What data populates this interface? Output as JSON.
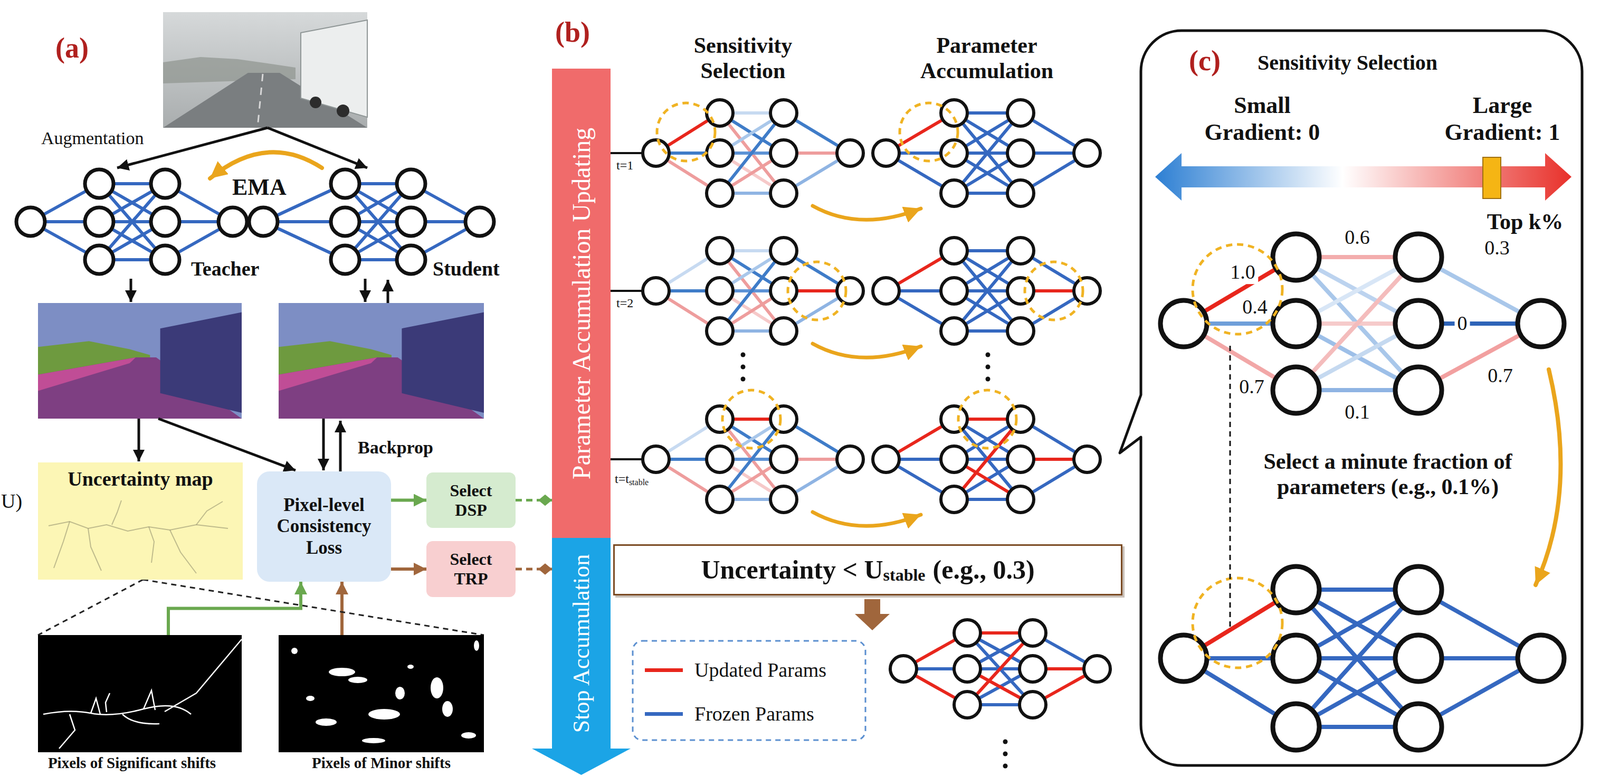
{
  "diagram": {
    "nodes": [
      {
        "text": [
          "Uncertainty map"
        ]
      },
      {
        "text": [
          "Pixel-level Consistency Loss"
        ]
      },
      {
        "text": [
          "Select DSP"
        ]
      },
      {
        "text": [
          "Select TRP"
        ]
      },
      {
        "text": [
          "Pixels of Significant shifts"
        ]
      },
      {
        "text": [
          "Pixels of Minor shifts"
        ]
      },
      {
        "text": [
          "Parameter Accumulation Updating"
        ]
      },
      {
        "text": [
          "Stop Accumulation"
        ]
      },
      {
        "text": [
          "Uncertainty < U",
          "stable",
          "(e.g., 0.3)"
        ]
      },
      {
        "text": [
          "(c)",
          "Sensitivity Selection"
        ]
      }
    ],
    "edges": [
      {
        "from": 1,
        "to": 2,
        "arrow": "to"
      },
      {
        "from": 1,
        "to": 3,
        "arrow": "to"
      },
      {
        "from": 4,
        "to": 1,
        "arrow": "to"
      },
      {
        "from": 5,
        "to": 1,
        "arrow": "to"
      },
      {
        "from": 0,
        "to": 4,
        "arrow": "none"
      },
      {
        "from": 0,
        "to": 5,
        "arrow": "none"
      },
      {
        "from": 2,
        "to": 6,
        "arrow": "to"
      },
      {
        "from": 3,
        "to": 7,
        "arrow": "to"
      }
    ],
    "labels": [
      "(a)",
      "Augmentation",
      "EMA",
      "Teacher",
      "Student",
      "Backprop",
      "U)",
      "(b)",
      "Sensitivity Selection",
      "Parameter Accumulation",
      "t=1",
      "t=2",
      "t=t",
      "stable",
      "Small Gradient: 0",
      "Large Gradient: 1",
      "Top k%",
      "1.0",
      "0.4",
      "0.6",
      "0.3",
      "0",
      "0.7",
      "0.7",
      "0.1",
      "Select a minute fraction of parameters (e.g., 0.1%)"
    ],
    "legend": [
      {
        "text": "Updated Params"
      },
      {
        "text": "Frozen Params"
      }
    ]
  }
}
